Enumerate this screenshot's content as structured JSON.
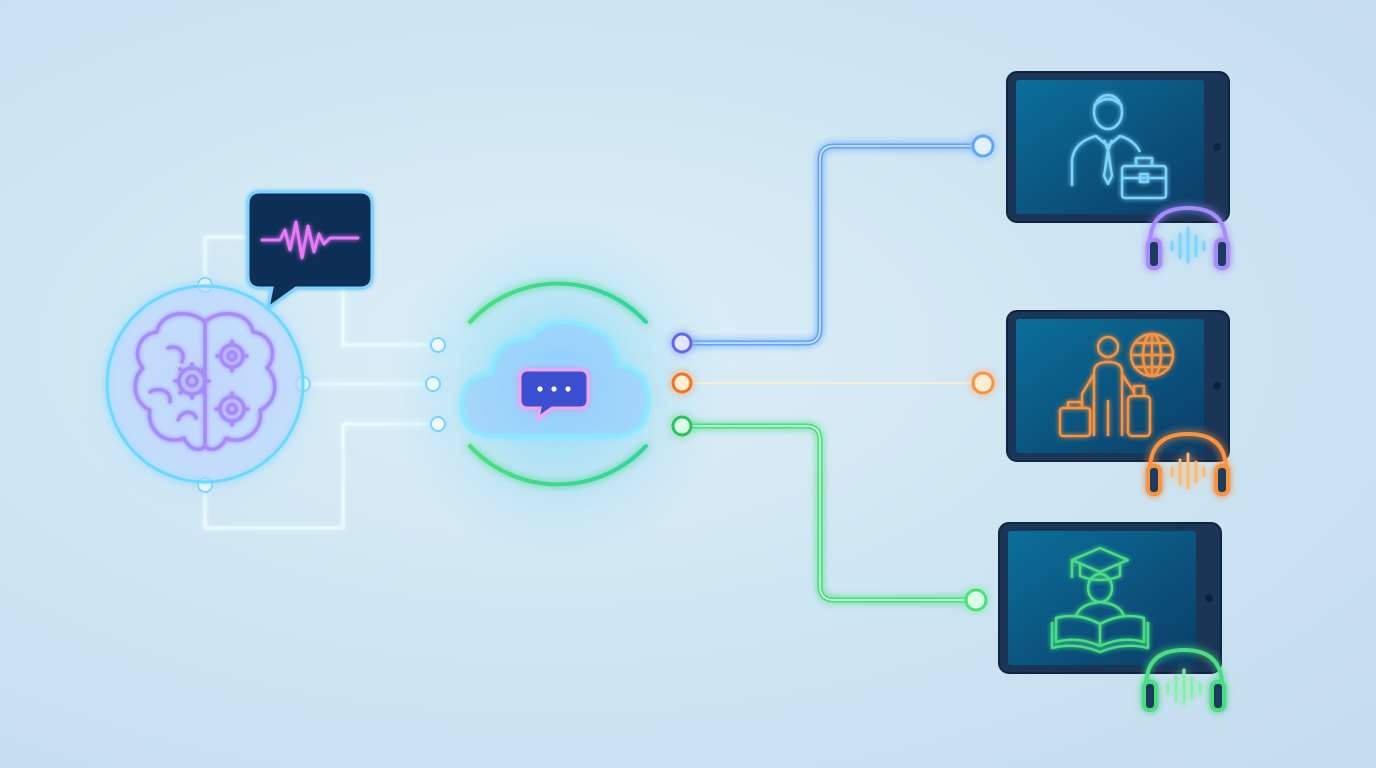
{
  "diagram": {
    "background": {
      "from": "#e3f2f9",
      "to": "#c3dcef"
    },
    "nodes": {
      "brain": {
        "icon": "brain-gears-icon",
        "color": "#a78bfa",
        "ring_color": "#5fd3ff"
      },
      "speech_wave": {
        "icon": "audio-waveform-bubble-icon",
        "color": "#d946ef"
      },
      "cloud_chat": {
        "icon": "cloud-chat-icon",
        "color": "#7dd3fc",
        "ring_color": "#4ade80"
      },
      "devices": [
        {
          "id": "business",
          "icon": "businessman-briefcase-icon",
          "connector_color": "#60a5fa",
          "accent": "#7dd3fc",
          "headphones_color": "#a78bfa"
        },
        {
          "id": "travel",
          "icon": "traveler-globe-luggage-icon",
          "connector_color": "#fb923c",
          "accent": "#fb923c",
          "headphones_color": "#fb923c"
        },
        {
          "id": "education",
          "icon": "graduate-book-icon",
          "connector_color": "#4ade80",
          "accent": "#4ade80",
          "headphones_color": "#4ade80"
        }
      ]
    },
    "colors": {
      "tablet_frame": "#1e3a5f",
      "tablet_screen": "#0e5f8a",
      "line_glow": "#ffffff"
    }
  }
}
